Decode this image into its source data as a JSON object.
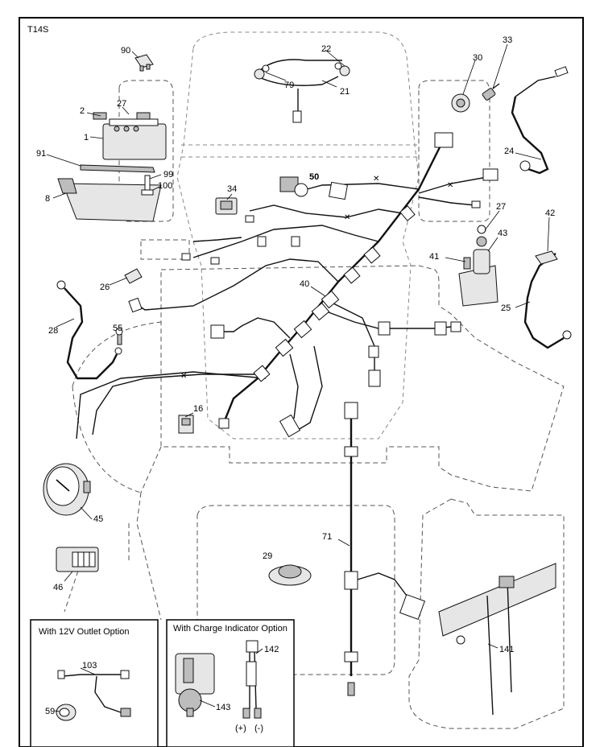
{
  "diagram_code": "T14S",
  "callouts": [
    {
      "id": "p90",
      "text": "90"
    },
    {
      "id": "p22",
      "text": "22"
    },
    {
      "id": "p79",
      "text": "79"
    },
    {
      "id": "p21",
      "text": "21"
    },
    {
      "id": "p30",
      "text": "30"
    },
    {
      "id": "p33",
      "text": "33"
    },
    {
      "id": "p2",
      "text": "2"
    },
    {
      "id": "p27a",
      "text": "27"
    },
    {
      "id": "p1",
      "text": "1"
    },
    {
      "id": "p91",
      "text": "91"
    },
    {
      "id": "p99",
      "text": "99"
    },
    {
      "id": "p100",
      "text": "100"
    },
    {
      "id": "p8",
      "text": "8"
    },
    {
      "id": "p34",
      "text": "34"
    },
    {
      "id": "p50",
      "text": "50"
    },
    {
      "id": "p24",
      "text": "24"
    },
    {
      "id": "p27b",
      "text": "27"
    },
    {
      "id": "p42",
      "text": "42"
    },
    {
      "id": "p43",
      "text": "43"
    },
    {
      "id": "p41",
      "text": "41"
    },
    {
      "id": "p26",
      "text": "26"
    },
    {
      "id": "p40",
      "text": "40"
    },
    {
      "id": "p25",
      "text": "25"
    },
    {
      "id": "p28",
      "text": "28"
    },
    {
      "id": "p55",
      "text": "55"
    },
    {
      "id": "p16",
      "text": "16"
    },
    {
      "id": "p45",
      "text": "45"
    },
    {
      "id": "p71",
      "text": "71"
    },
    {
      "id": "p29",
      "text": "29"
    },
    {
      "id": "p46",
      "text": "46"
    },
    {
      "id": "p141",
      "text": "141"
    },
    {
      "id": "p103",
      "text": "103"
    },
    {
      "id": "p59",
      "text": "59"
    },
    {
      "id": "p142",
      "text": "142"
    },
    {
      "id": "p143",
      "text": "143"
    }
  ],
  "option_boxes": {
    "outlet_title": "With 12V Outlet Option",
    "charge_title": "With Charge Indicator Option",
    "plus_label": "(+)",
    "minus_label": "(-)"
  },
  "colors": {
    "line": "#111111",
    "dash": "#555555",
    "part_fill": "#e6e6e6",
    "background": "#ffffff"
  }
}
